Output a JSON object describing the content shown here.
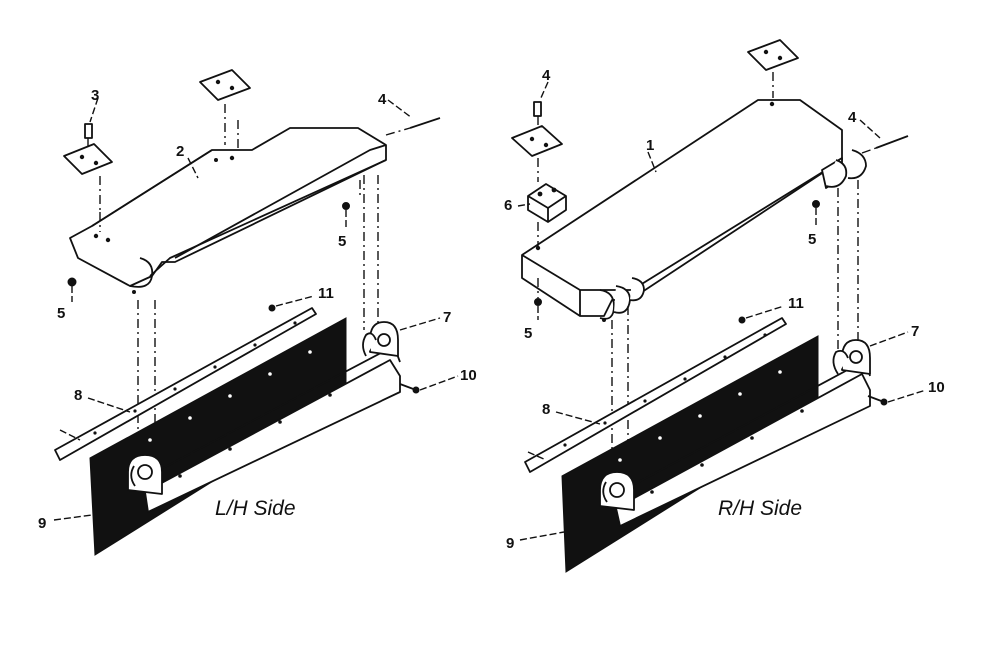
{
  "left_assembly": {
    "side_label": "L/H Side",
    "callouts": {
      "c2": "2",
      "c3": "3",
      "c4": "4",
      "c5a": "5",
      "c5b": "5",
      "c7": "7",
      "c8": "8",
      "c9": "9",
      "c10": "10",
      "c11": "11"
    }
  },
  "right_assembly": {
    "side_label": "R/H Side",
    "callouts": {
      "c1": "1",
      "c4a": "4",
      "c4b": "4",
      "c5a": "5",
      "c5b": "5",
      "c6": "6",
      "c7": "7",
      "c8": "8",
      "c9": "9",
      "c10": "10",
      "c11": "11"
    }
  },
  "colors": {
    "ink": "#111111",
    "paper": "#ffffff"
  }
}
